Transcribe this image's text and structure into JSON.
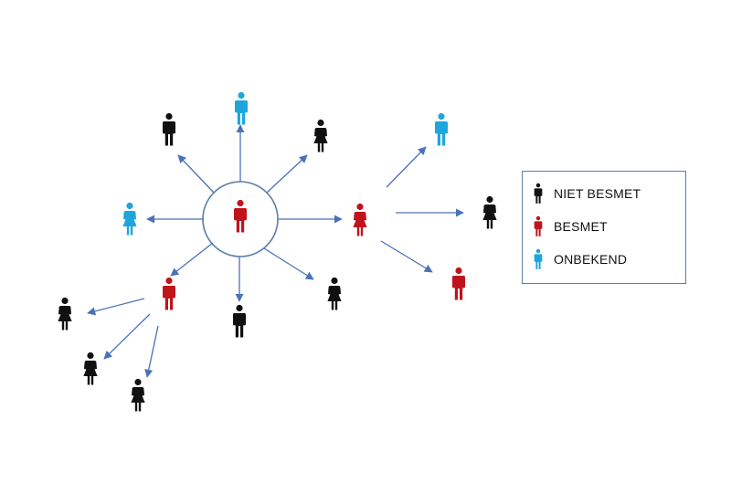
{
  "colors": {
    "niet_besmet": "#111111",
    "besmet": "#c0141c",
    "onbekend": "#1ea6dc",
    "arrow": "#4a72b8",
    "circle": "#5b7fa8"
  },
  "legend": {
    "items": [
      {
        "label": "NIET BESMET",
        "status": "niet_besmet",
        "figure": "male"
      },
      {
        "label": "BESMET",
        "status": "besmet",
        "figure": "male"
      },
      {
        "label": "ONBEKEND",
        "status": "onbekend",
        "figure": "male"
      }
    ]
  },
  "people": [
    {
      "id": "center",
      "status": "besmet",
      "figure": "male"
    },
    {
      "id": "top",
      "status": "onbekend",
      "figure": "male"
    },
    {
      "id": "top-left",
      "status": "niet_besmet",
      "figure": "male"
    },
    {
      "id": "top-right",
      "status": "niet_besmet",
      "figure": "female"
    },
    {
      "id": "left",
      "status": "onbekend",
      "figure": "female"
    },
    {
      "id": "lower-left",
      "status": "besmet",
      "figure": "male"
    },
    {
      "id": "bottom",
      "status": "niet_besmet",
      "figure": "male"
    },
    {
      "id": "bottom-right",
      "status": "niet_besmet",
      "figure": "female"
    },
    {
      "id": "right-hub",
      "status": "besmet",
      "figure": "female"
    },
    {
      "id": "right-top",
      "status": "onbekend",
      "figure": "male"
    },
    {
      "id": "right-mid",
      "status": "niet_besmet",
      "figure": "female"
    },
    {
      "id": "right-bottom",
      "status": "besmet",
      "figure": "male"
    },
    {
      "id": "ll-a",
      "status": "niet_besmet",
      "figure": "female"
    },
    {
      "id": "ll-b",
      "status": "niet_besmet",
      "figure": "female"
    },
    {
      "id": "ll-c",
      "status": "niet_besmet",
      "figure": "female"
    }
  ]
}
